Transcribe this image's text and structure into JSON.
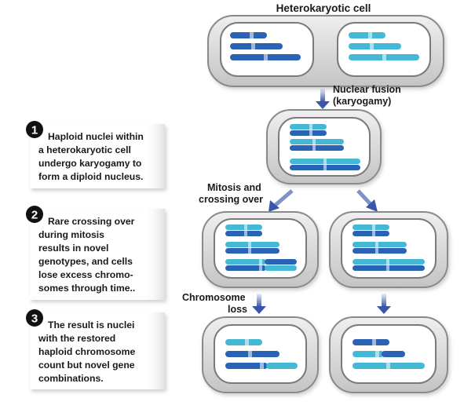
{
  "labels": {
    "title": "Heterokaryotic cell",
    "fusion_line1": "Nuclear fusion",
    "fusion_line2": "(karyogamy)",
    "mitosis_line1": "Mitosis and",
    "mitosis_line2": "crossing over",
    "loss_line1": "Chromosome",
    "loss_line2": "loss"
  },
  "steps": [
    {
      "number": "1",
      "lines": [
        "Haploid nuclei within",
        "a heterokaryotic cell",
        "undergo karyogamy to",
        "form a diploid nucleus."
      ]
    },
    {
      "number": "2",
      "lines": [
        "Rare crossing over",
        "during mitosis",
        "results in novel",
        "genotypes, and cells",
        "lose excess chromo-",
        "somes through time.."
      ]
    },
    {
      "number": "3",
      "lines": [
        "The result is nuclei",
        "with the restored",
        "haploid chromosome",
        "count but novel gene",
        "combinations."
      ]
    }
  ],
  "colors": {
    "dark_blue": "#2a62b4",
    "light_blue": "#45b8d6",
    "cell_border": "#7a7a7a",
    "cell_fill": "#d8d8d8",
    "nucleus_fill": "#ffffff",
    "arrow": "#3a56a8",
    "badge": "#111111"
  }
}
